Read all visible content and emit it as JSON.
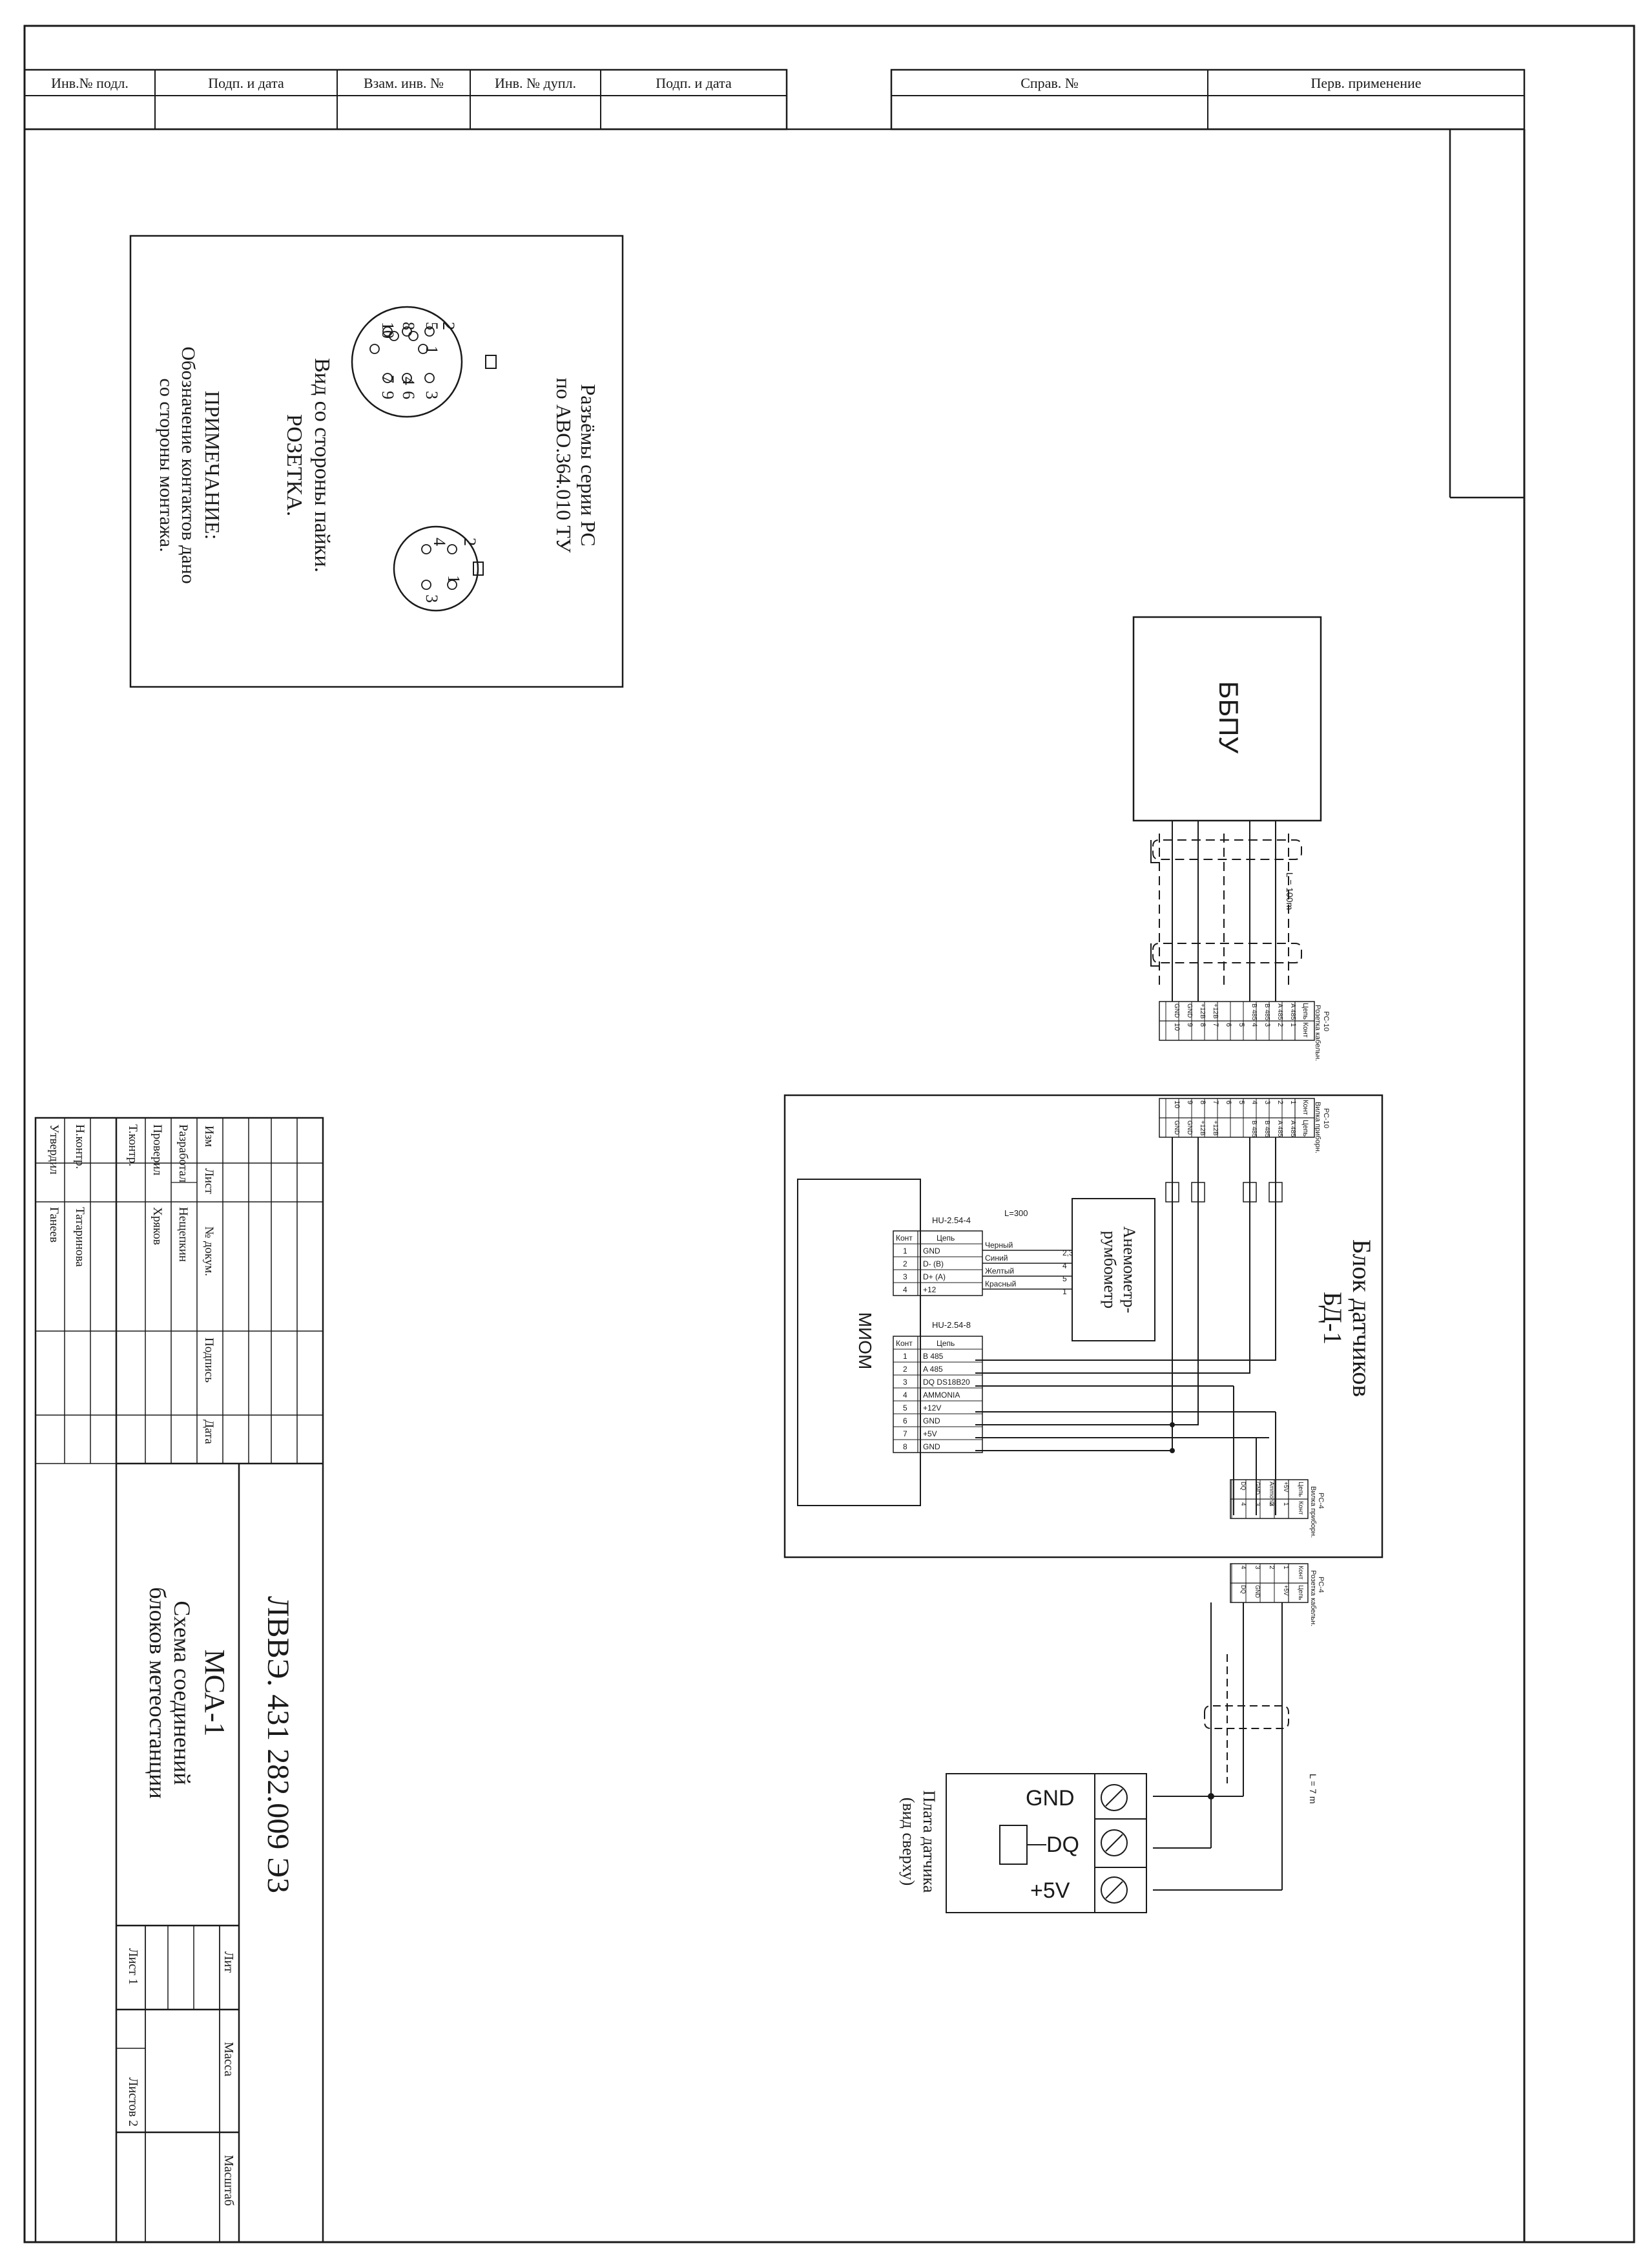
{
  "header": {
    "left_cells": [
      "Инв.№ подл.",
      "Подп. и дата",
      "Взам. инв. №",
      "Инв. № дупл.",
      "Подп. и дата"
    ],
    "right_cells": [
      "Справ. №",
      "Перв. применение"
    ]
  },
  "connector_note": {
    "line1": "Разъёмы серии РС",
    "line2": "по АВО.364.010 ТУ",
    "view1": "Вид со стороны пайки.",
    "view2": "РОЗЕТКА.",
    "note_title": "ПРИМЕЧАНИЕ:",
    "note_line1": "Обозначение контактов дано",
    "note_line2": "со стороны монтажа.",
    "pins10": [
      "1",
      "2",
      "3",
      "4",
      "5",
      "6",
      "7",
      "8",
      "9",
      "10"
    ],
    "pins4": [
      "1",
      "2",
      "3",
      "4"
    ]
  },
  "diagram": {
    "bbpu": "ББПУ",
    "cable1_length": "L = 100m",
    "cable2_length": "L = 7 m",
    "block_title1": "Блок датчиков",
    "block_title2": "БД-1",
    "rc10_socket_title": "РС-10",
    "rc10_socket_sub": "Розетка кабельн.",
    "rc10_plug_title": "РС-10",
    "rc10_plug_sub": "Вилка приборн.",
    "rc4_plug_title": "РС-4",
    "rc4_plug_sub": "Вилка приборн.",
    "rc4_socket_title": "РС-4",
    "rc4_socket_sub": "Розетка кабельн.",
    "col_kont": "Конт",
    "col_cep": "Цепь",
    "rc10_rows": [
      {
        "k": "1",
        "c": "A 485"
      },
      {
        "k": "2",
        "c": "A 485"
      },
      {
        "k": "3",
        "c": "B 485"
      },
      {
        "k": "4",
        "c": "B 485"
      },
      {
        "k": "5",
        "c": ""
      },
      {
        "k": "6",
        "c": ""
      },
      {
        "k": "7",
        "c": "+12В"
      },
      {
        "k": "8",
        "c": "+12В"
      },
      {
        "k": "9",
        "c": "GND"
      },
      {
        "k": "10",
        "c": "GND"
      }
    ],
    "rc4_plug_rows": [
      {
        "k": "1",
        "c": "+5V"
      },
      {
        "k": "2",
        "c": "Ammonia"
      },
      {
        "k": "3",
        "c": "GND"
      },
      {
        "k": "4",
        "c": "DQ"
      }
    ],
    "rc4_socket_rows": [
      {
        "k": "1",
        "c": "+5V"
      },
      {
        "k": "2",
        "c": ""
      },
      {
        "k": "3",
        "c": "GND"
      },
      {
        "k": "4",
        "c": "DQ"
      }
    ],
    "anemometer1": "Анемометр-",
    "anemometer2": "румбометр",
    "anemometer_cable": "L=300",
    "hu4_title": "HU-2.54-4",
    "hu4_rows": [
      {
        "k": "1",
        "c": "GND"
      },
      {
        "k": "2",
        "c": "D- (B)"
      },
      {
        "k": "3",
        "c": "D+ (A)"
      },
      {
        "k": "4",
        "c": "+12"
      }
    ],
    "wire_colors": [
      "Черный",
      "Синий",
      "Желтый",
      "Красный"
    ],
    "anem_pins": [
      "2,3",
      "4",
      "5",
      "1"
    ],
    "hu8_title": "HU-2.54-8",
    "hu8_rows": [
      {
        "k": "1",
        "c": "B 485"
      },
      {
        "k": "2",
        "c": "A 485"
      },
      {
        "k": "3",
        "c": "DQ DS18B20"
      },
      {
        "k": "4",
        "c": "AMMONIA"
      },
      {
        "k": "5",
        "c": "+12V"
      },
      {
        "k": "6",
        "c": "GND"
      },
      {
        "k": "7",
        "c": "+5V"
      },
      {
        "k": "8",
        "c": "GND"
      }
    ],
    "miom": "МИОМ",
    "sensor_board1": "Плата датчика",
    "sensor_board2": "(вид сверху)",
    "sensor_terms": [
      "GND",
      "DQ",
      "+5V"
    ]
  },
  "title_block": {
    "code": "ЛВВЭ. 431 282.009   Э3",
    "name": "МСА-1",
    "desc1": "Схема соединений",
    "desc2": "блоков метеостанции",
    "col_heads": [
      "Изм",
      "Лист",
      "№ докум.",
      "Подпись",
      "Дата"
    ],
    "roles": [
      "Разработал",
      "Проверил",
      "Т.контр.",
      "",
      "Н.контр.",
      "Утвердил"
    ],
    "names": [
      "Нещепкин",
      "Хряков",
      "",
      "",
      "Татаринова",
      "Ганеев"
    ],
    "lit": "Лит",
    "mass": "Масса",
    "scale": "Масштаб",
    "sheet": "Лист 1",
    "sheets": "Листов 2"
  }
}
